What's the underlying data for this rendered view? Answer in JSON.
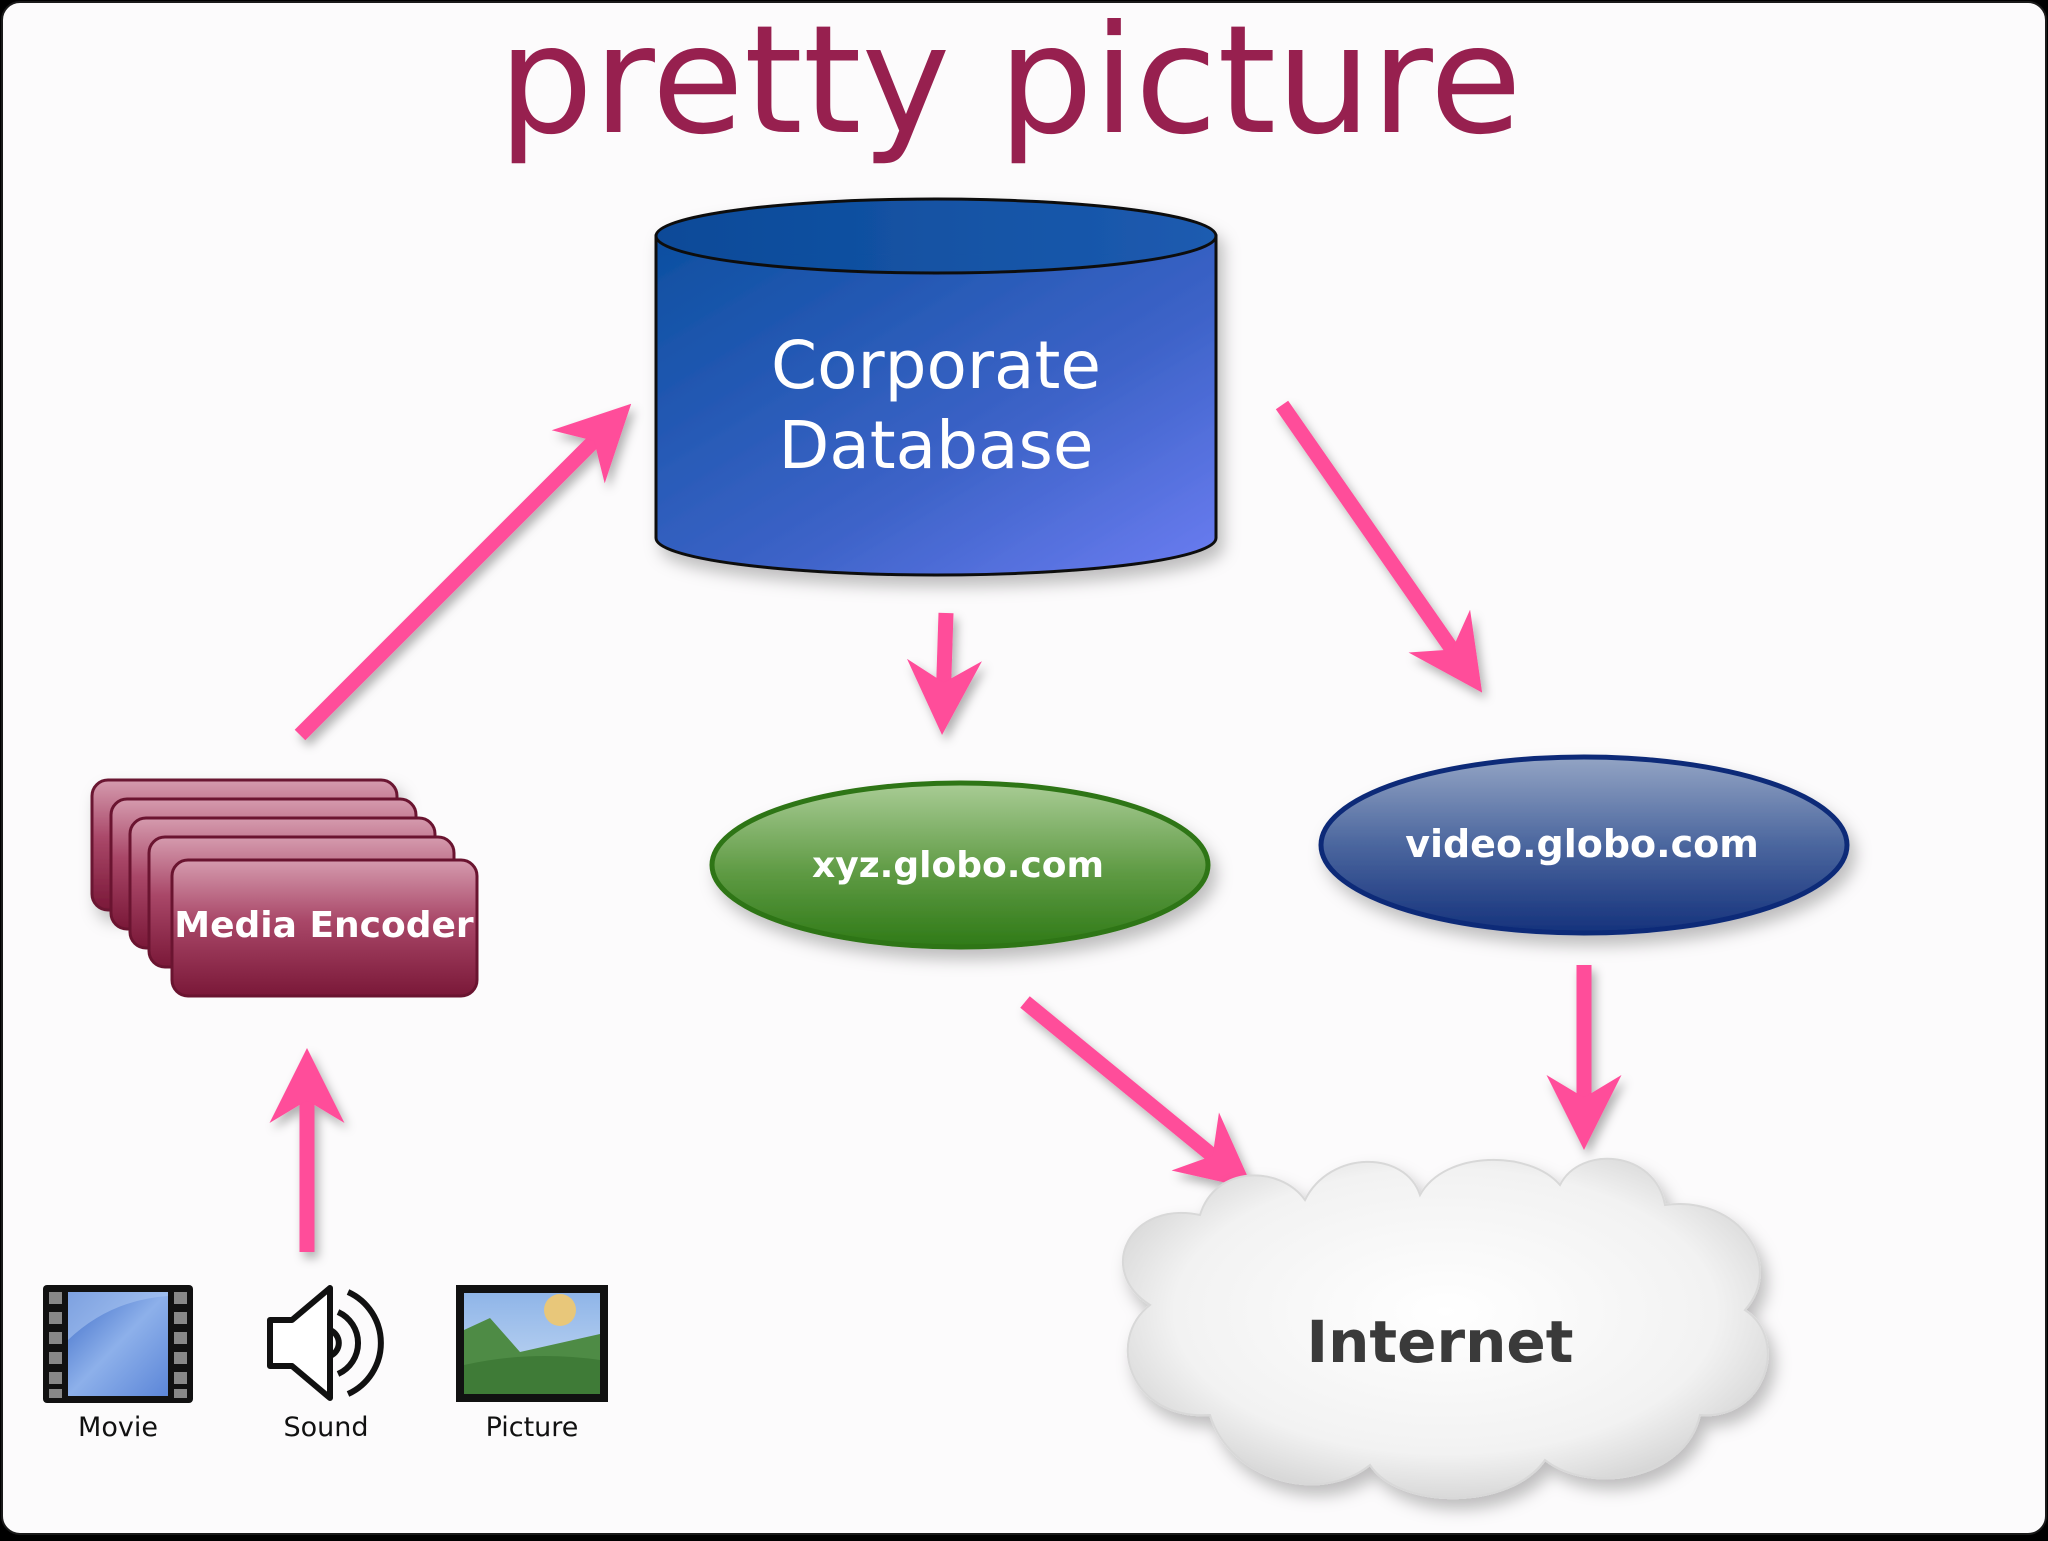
{
  "title": "pretty picture",
  "colors": {
    "title": "#97204F",
    "arrow": "#FF4D9A",
    "database": "#2A5BB8",
    "xyz_node": "#4A8E2E",
    "video_node": "#1E3F86",
    "encoder": "#9E3556",
    "frame_bg": "#FCFBFC"
  },
  "nodes": {
    "database": {
      "line1": "Corporate",
      "line2": "Database"
    },
    "encoder": {
      "label": "Media Encoder"
    },
    "xyz": {
      "label": "xyz.globo.com"
    },
    "video": {
      "label": "video.globo.com"
    },
    "internet": {
      "label": "Internet"
    }
  },
  "sources": [
    {
      "label": "Movie",
      "icon": "film-icon"
    },
    {
      "label": "Sound",
      "icon": "speaker-icon"
    },
    {
      "label": "Picture",
      "icon": "landscape-image-icon"
    }
  ]
}
